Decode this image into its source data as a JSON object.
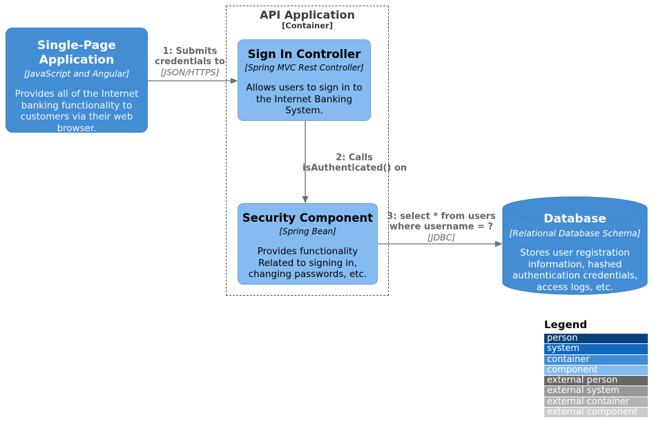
{
  "diagram": {
    "nodes": {
      "spa": {
        "title": "Single-Page\nApplication",
        "subtitle": "[JavaScript and Angular]",
        "description": "Provides all of the Internet\nbanking functionality to\ncustomers via their web\nbrowser."
      },
      "api_application": {
        "title": "API Application",
        "subtitle": "[Container]"
      },
      "sign_in_controller": {
        "title": "Sign In Controller",
        "subtitle": "[Spring MVC Rest Controller]",
        "description": "Allows users to sign in to\nthe Internet Banking\nSystem."
      },
      "security_component": {
        "title": "Security Component",
        "subtitle": "[Spring Bean]",
        "description": "Provides functionality\nRelated to signing in,\nchanging passwords, etc."
      },
      "database": {
        "title": "Database",
        "subtitle": "[Relational Database Schema]",
        "description": "Stores user registration\ninformation, hashed\nauthentication credentials,\naccess logs, etc."
      }
    },
    "relationships": [
      {
        "label": "1: Submits\ncredentials to",
        "technology": "[JSON/HTTPS]"
      },
      {
        "label": "2: Calls\nisAuthenticated() on",
        "technology": ""
      },
      {
        "label": "3: select * from users\nwhere username = ?",
        "technology": "[JDBC]"
      }
    ]
  },
  "legend": {
    "title": "Legend",
    "items": [
      {
        "label": "person",
        "color": "#08427b"
      },
      {
        "label": "system",
        "color": "#1168bd"
      },
      {
        "label": "container",
        "color": "#438dd5"
      },
      {
        "label": "component",
        "color": "#85bbf0"
      },
      {
        "label": "external person",
        "color": "#686868"
      },
      {
        "label": "external system",
        "color": "#999999"
      },
      {
        "label": "external container",
        "color": "#b3b3b3"
      },
      {
        "label": "external component",
        "color": "#cccccc"
      }
    ]
  },
  "palette": {
    "container_fill": "#438dd5",
    "container_border": "#3c7fc0",
    "component_fill": "#85bbf0",
    "relationship_text": "#666666",
    "arrow": "#6e6e6e",
    "boundary_border": "#4c4c4c"
  }
}
